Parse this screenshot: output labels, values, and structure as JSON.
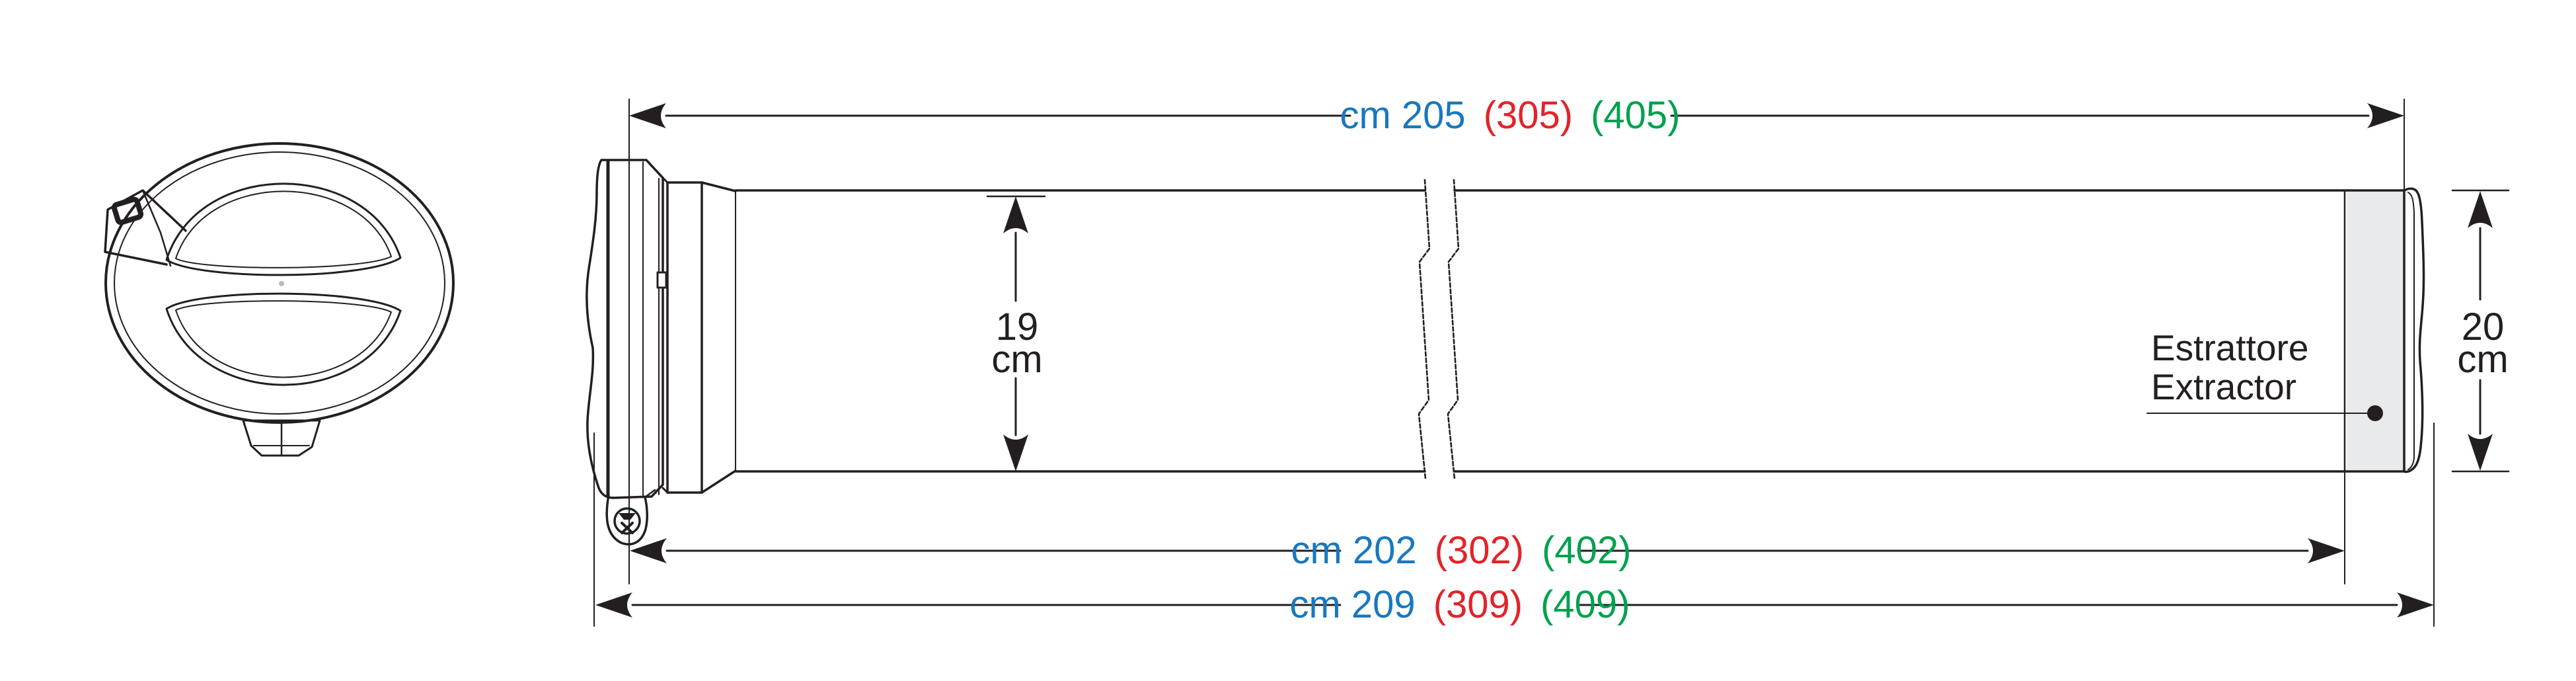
{
  "colors": {
    "ink": "#231F20",
    "blue": "#1878BE",
    "red": "#E3232A",
    "green": "#00A14E",
    "band": "#E9EAEB",
    "bg": "#FFFFFF"
  },
  "dimensions": {
    "top_length": {
      "primary": "cm 205",
      "variant_red": "(305)",
      "variant_green": "(405)"
    },
    "usable_length": {
      "primary": "cm 202",
      "variant_red": "(302)",
      "variant_green": "(402)"
    },
    "overall_length": {
      "primary": "cm 209",
      "variant_red": "(309)",
      "variant_green": "(409)"
    },
    "inner_diameter": {
      "value": "19",
      "unit": "cm"
    },
    "end_diameter": {
      "value": "20",
      "unit": "cm"
    }
  },
  "extractor_label": {
    "line1": "Estrattore",
    "line2": "Extractor"
  }
}
